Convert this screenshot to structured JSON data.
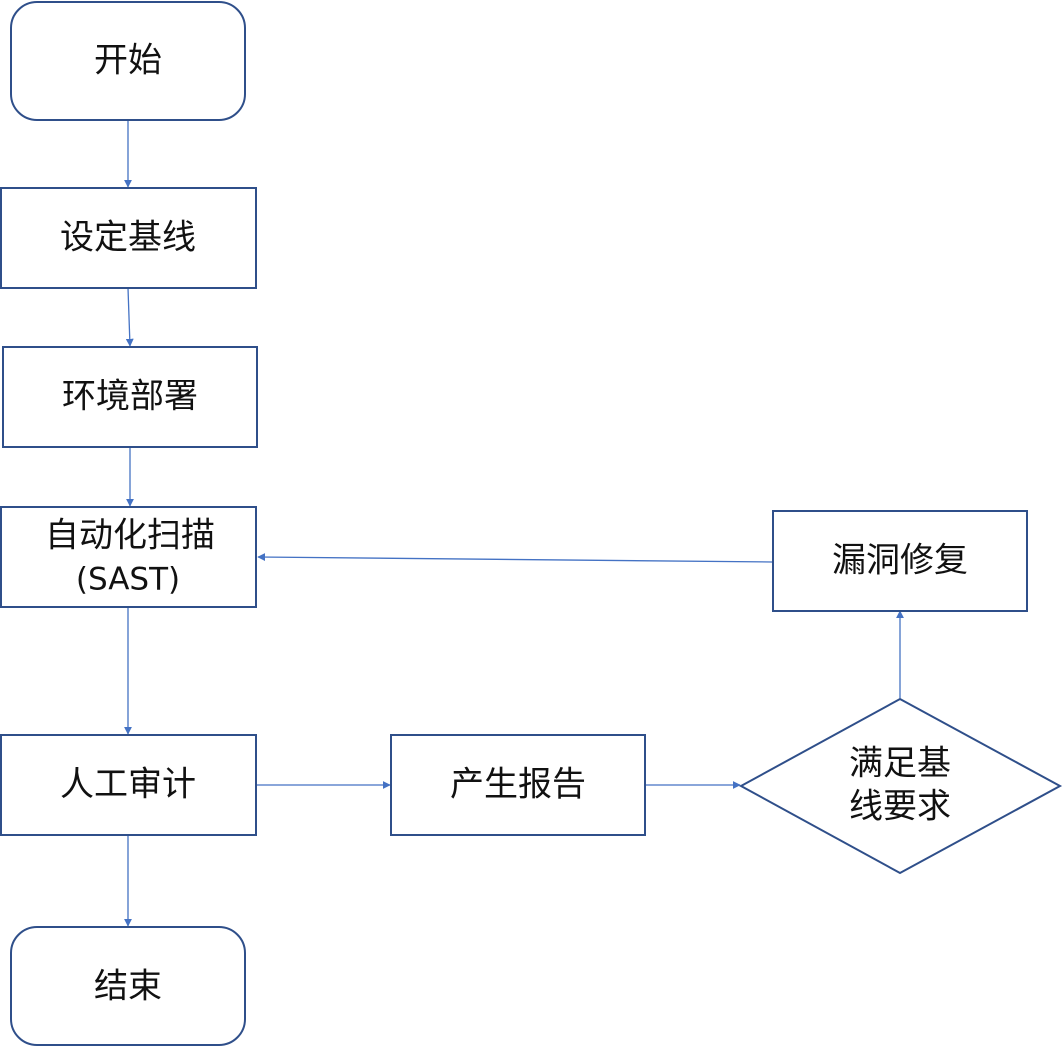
{
  "colors": {
    "node_stroke": "#2f4f8a",
    "edge": "#4472c4",
    "text": "#111111"
  },
  "nodes": {
    "start": {
      "label": "开始"
    },
    "baseline": {
      "label": "设定基线"
    },
    "deploy": {
      "label": "环境部署"
    },
    "scan": {
      "line1": "自动化扫描",
      "line2": "(SAST)"
    },
    "audit": {
      "label": "人工审计"
    },
    "report": {
      "label": "产生报告"
    },
    "decision": {
      "line1": "满足基",
      "line2": "线要求"
    },
    "fix": {
      "label": "漏洞修复"
    },
    "end": {
      "label": "结束"
    }
  }
}
